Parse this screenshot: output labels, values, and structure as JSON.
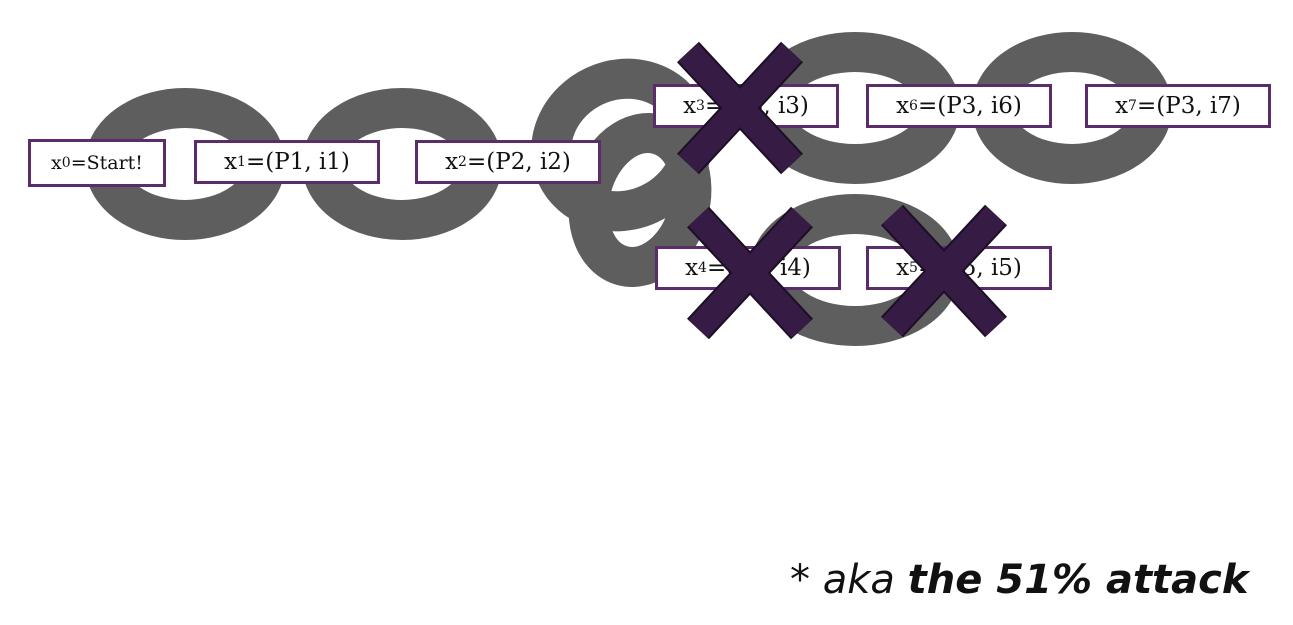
{
  "colors": {
    "chain_link": "#5e5e5e",
    "box_border": "#5a2d6a",
    "cross": "#361b45",
    "cross_outline": "#1c0f25"
  },
  "blocks": [
    {
      "id": "x0",
      "var": "x",
      "sub": "0",
      "content": "=Start!",
      "orphaned": false
    },
    {
      "id": "x1",
      "var": "x",
      "sub": "1",
      "content": "=(P1, i1)",
      "orphaned": false
    },
    {
      "id": "x2",
      "var": "x",
      "sub": "2",
      "content": "=(P2, i2)",
      "orphaned": false
    },
    {
      "id": "x3",
      "var": "x",
      "sub": "3",
      "content": "=(P3, i3)",
      "orphaned": true
    },
    {
      "id": "x6",
      "var": "x",
      "sub": "6",
      "content": "=(P3, i6)",
      "orphaned": false
    },
    {
      "id": "x7",
      "var": "x",
      "sub": "7",
      "content": "=(P3, i7)",
      "orphaned": false
    },
    {
      "id": "x4",
      "var": "x",
      "sub": "4",
      "content": "=(P4, i4)",
      "orphaned": true
    },
    {
      "id": "x5",
      "var": "x",
      "sub": "5",
      "content": "=(P5, i5)",
      "orphaned": true
    }
  ],
  "cross_icon": "x-mark-icon",
  "caption": {
    "prefix": "* ",
    "aka": "aka",
    "attack": "the 51% attack"
  }
}
